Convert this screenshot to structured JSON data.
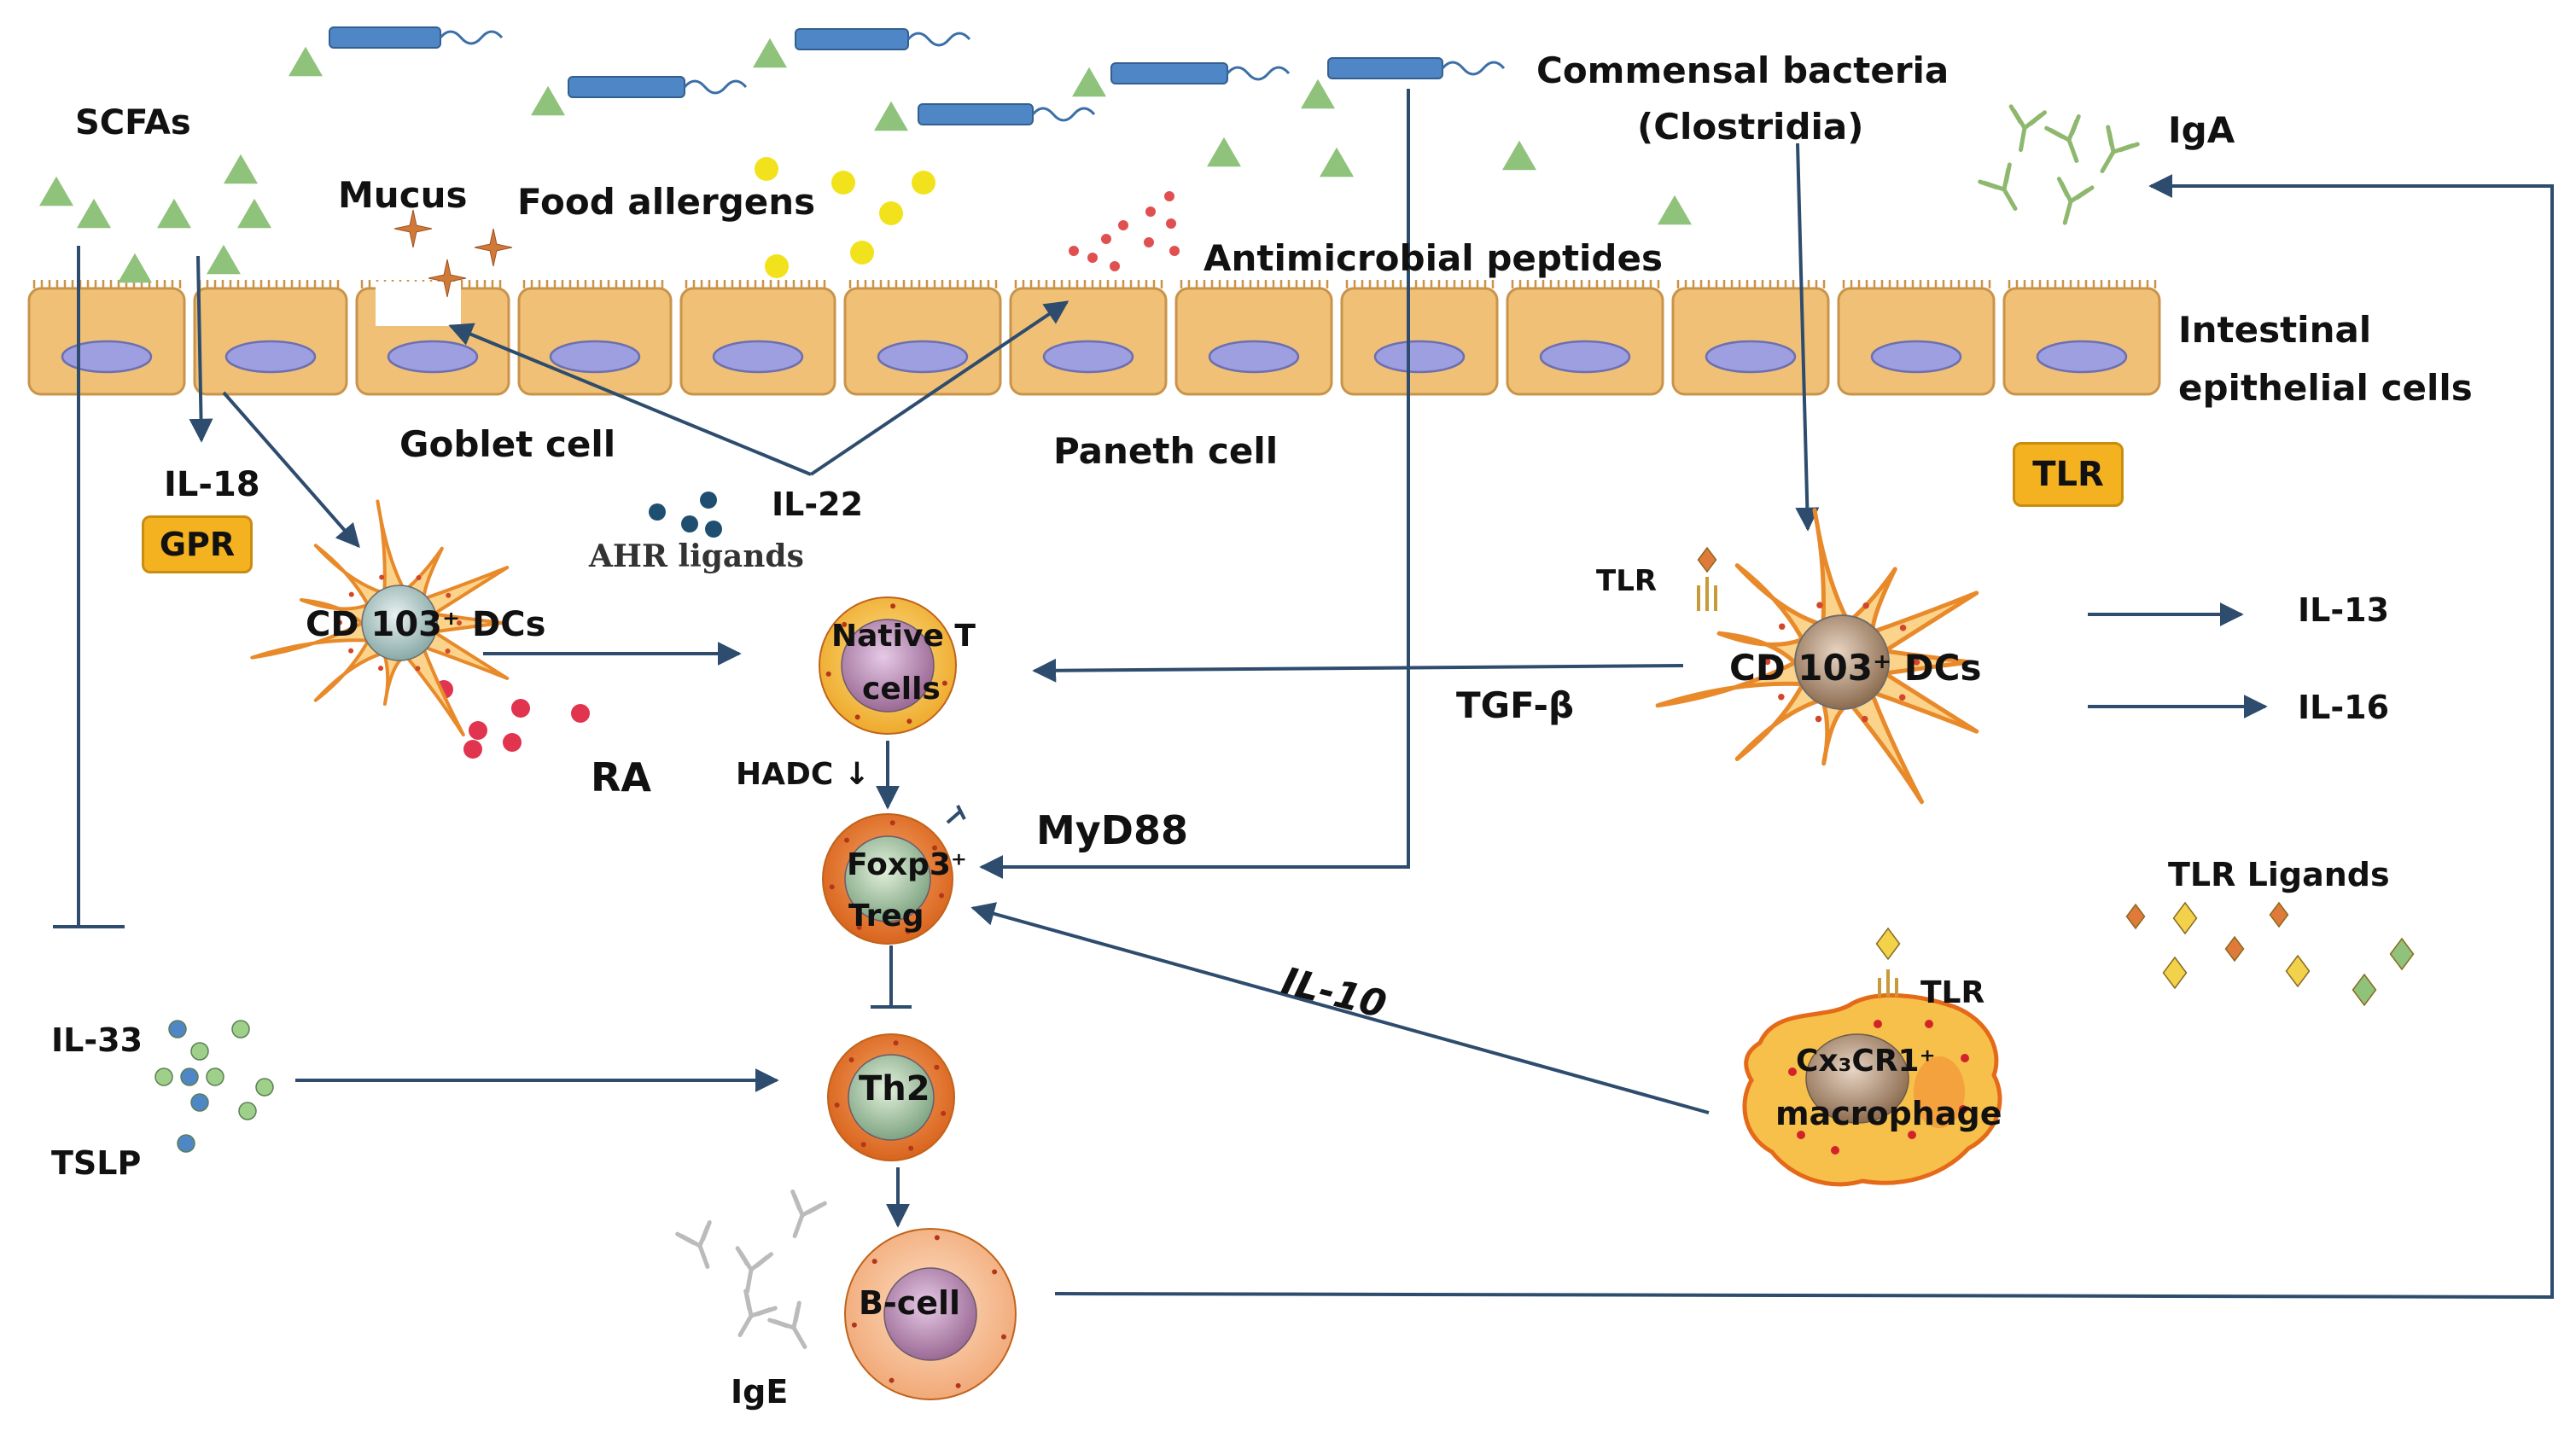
{
  "labels": {
    "scfas": "SCFAs",
    "mucus": "Mucus",
    "food_allergens": "Food allergens",
    "commensal_line1": "Commensal  bacteria",
    "commensal_line2": "(Clostridia)",
    "iga": "IgA",
    "antimicrobial": "Antimicrobial  peptides",
    "intestinal_line1": "Intestinal",
    "intestinal_line2": "epithelial cells",
    "goblet": "Goblet cell",
    "paneth": "Paneth cell",
    "il18": "IL-18",
    "gpr": "GPR",
    "il22": "IL-22",
    "ahr": "AHR ligands",
    "tlr_box": "TLR",
    "tlr_dc": "TLR",
    "cd103_left": "CD 103⁺ DCs",
    "cd103_right": "CD 103⁺ DCs",
    "native_t_line1": "Native T",
    "native_t_line2": "cells",
    "tgfb": "TGF-β",
    "il13": "IL-13",
    "il16": "IL-16",
    "ra": "RA",
    "hadc": "HADC ↓",
    "myd88": "MyD88",
    "foxp3_line1": "Foxp3⁺",
    "foxp3_line2": "Treg",
    "tlr_ligands": "TLR Ligands",
    "il10": "IL-10",
    "tlr_mac": "TLR",
    "mac_line1": "Cx₃CR1⁺",
    "mac_line2": "macrophage",
    "il33": "IL-33",
    "tslp": "TSLP",
    "th2": "Th2",
    "bcell": "B-cell",
    "ige": "IgE"
  },
  "colors": {
    "epithelium_fill": "#f0c077",
    "epithelium_edge": "#c9944a",
    "nucleus": "#9d9fe0",
    "arrow": "#2e4c6d",
    "triangle_green": "#8fc27a",
    "bacteria_blue": "#4f86c6",
    "allergen_yellow": "#f2e21c",
    "tag_orange": "#f4b120",
    "cell_orange": "#e8792b",
    "cell_yellow": "#f7c04a",
    "ra_red": "#e0344f"
  }
}
